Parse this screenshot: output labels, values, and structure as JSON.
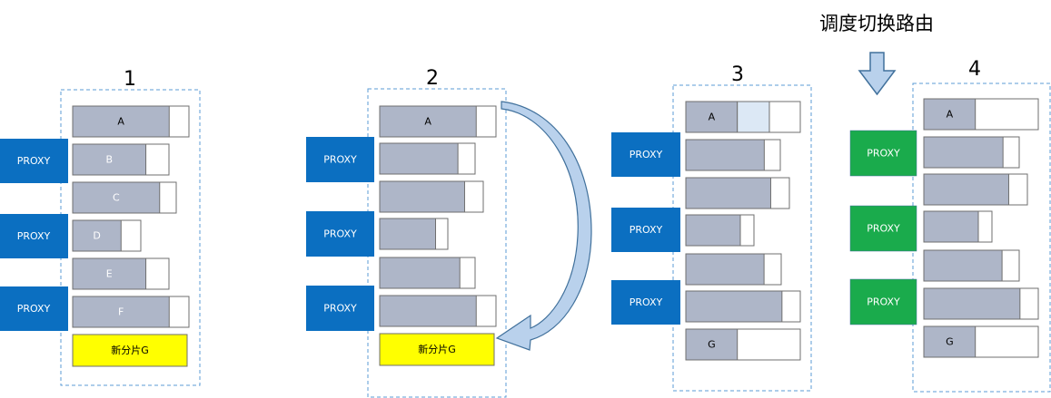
{
  "title": "调度切换路由",
  "colors": {
    "bar_fill": "#aeb6c8",
    "bar_stroke": "#6f6f6f",
    "proxy_blue": "#0b6fc1",
    "proxy_green": "#1aab4c",
    "new_shard": "#ffff00",
    "dashed_border": "#5b9bd5",
    "arrow_fill": "#b9d1ec",
    "arrow_stroke": "#41719c"
  },
  "panels": [
    {
      "label": "1",
      "bars": [
        {
          "name": "A",
          "fill": 0.83
        },
        {
          "name": "B",
          "fill": 0.76
        },
        {
          "name": "C",
          "fill": 0.84
        },
        {
          "name": "D",
          "fill": 0.71
        },
        {
          "name": "E",
          "fill": 0.76
        },
        {
          "name": "F",
          "fill": 0.83
        }
      ],
      "new_shard": "新分片G",
      "proxies": [
        "PROXY",
        "PROXY",
        "PROXY"
      ]
    },
    {
      "label": "2",
      "bars": [
        {
          "name": "A",
          "fill": 0.83
        },
        {
          "name": "",
          "fill": 0.82
        },
        {
          "name": "",
          "fill": 0.82
        },
        {
          "name": "",
          "fill": 0.82
        },
        {
          "name": "",
          "fill": 0.84
        },
        {
          "name": "",
          "fill": 0.83
        }
      ],
      "new_shard": "新分片G",
      "proxies": [
        "PROXY",
        "PROXY",
        "PROXY"
      ]
    },
    {
      "label": "3",
      "bars": [
        {
          "name": "A",
          "fill": 0.45,
          "migrating": 0.28
        },
        {
          "name": "",
          "fill": 0.83
        },
        {
          "name": "",
          "fill": 0.82
        },
        {
          "name": "",
          "fill": 0.8
        },
        {
          "name": "",
          "fill": 0.82
        },
        {
          "name": "",
          "fill": 0.84
        },
        {
          "name": "G",
          "fill": 0.45
        }
      ],
      "proxies": [
        "PROXY",
        "PROXY",
        "PROXY"
      ]
    },
    {
      "label": "4",
      "bars": [
        {
          "name": "A",
          "fill": 0.45
        },
        {
          "name": "",
          "fill": 0.83
        },
        {
          "name": "",
          "fill": 0.82
        },
        {
          "name": "",
          "fill": 0.8
        },
        {
          "name": "",
          "fill": 0.82
        },
        {
          "name": "",
          "fill": 0.84
        },
        {
          "name": "G",
          "fill": 0.45
        }
      ],
      "proxies": [
        "PROXY",
        "PROXY",
        "PROXY"
      ]
    }
  ]
}
